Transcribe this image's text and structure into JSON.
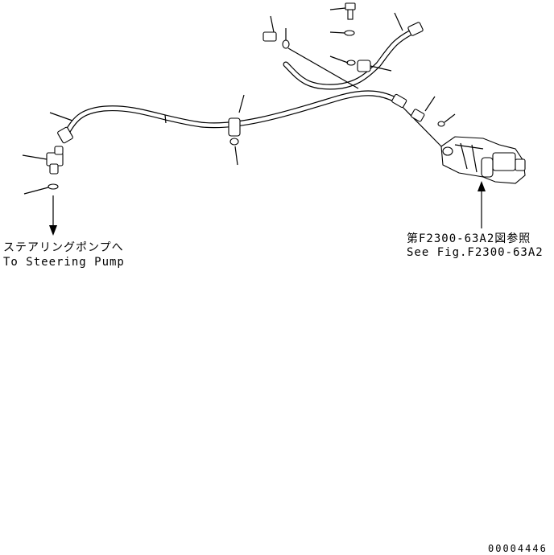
{
  "labels": {
    "to_steering_pump_jp": "ステアリングポンプへ",
    "to_steering_pump_en": "To Steering Pump",
    "see_fig_jp": "第F2300-63A2図参照",
    "see_fig_en": "See Fig.F2300-63A2",
    "drawing_number": "00004446"
  }
}
